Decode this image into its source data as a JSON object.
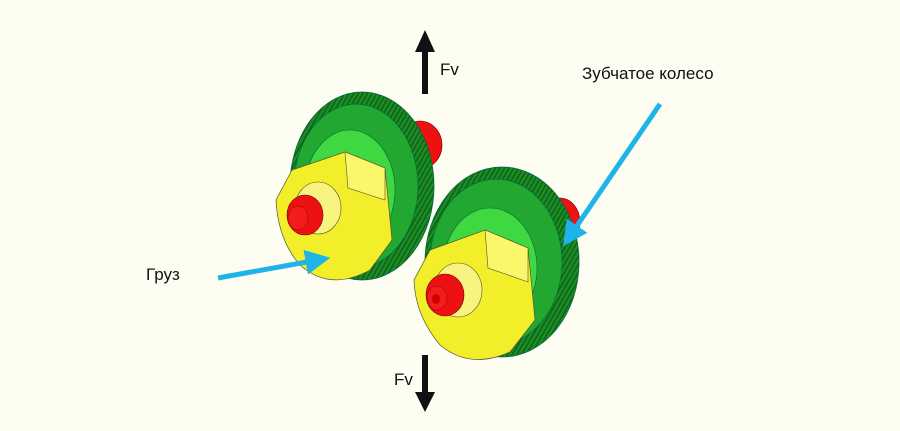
{
  "labels": {
    "force_top": "Fv",
    "force_bottom": "Fv",
    "gear": "Зубчатое колесо",
    "weight": "Груз"
  },
  "colors": {
    "background": "#fdfdf2",
    "gear": "#22a830",
    "gear_teeth": "#127a1e",
    "weight": "#f2ee2a",
    "shaft": "#ee1111",
    "pointer": "#1eb4ea",
    "force_arrow": "#111111"
  }
}
